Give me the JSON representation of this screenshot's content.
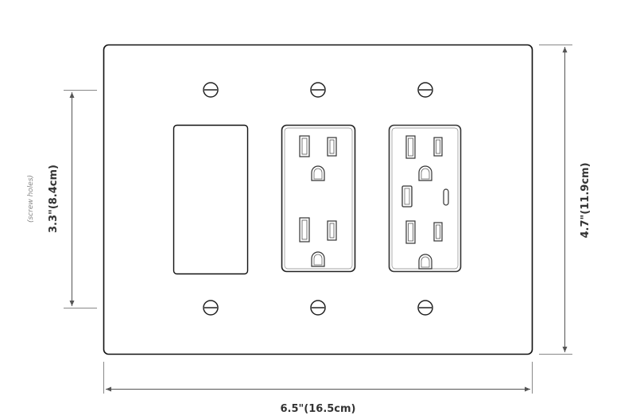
{
  "dimensions": {
    "width": "6.5\"(16.5cm)",
    "height": "4.7\"(11.9cm)",
    "screw_spacing": "3.3\"(8.4cm)",
    "screw_note": "(screw holes)"
  },
  "plate": {
    "gangs": [
      "rocker-opening",
      "duplex-outlet",
      "duplex-outlet-usb-a-usb-c"
    ],
    "line_color": "#222222",
    "background": "#ffffff"
  }
}
